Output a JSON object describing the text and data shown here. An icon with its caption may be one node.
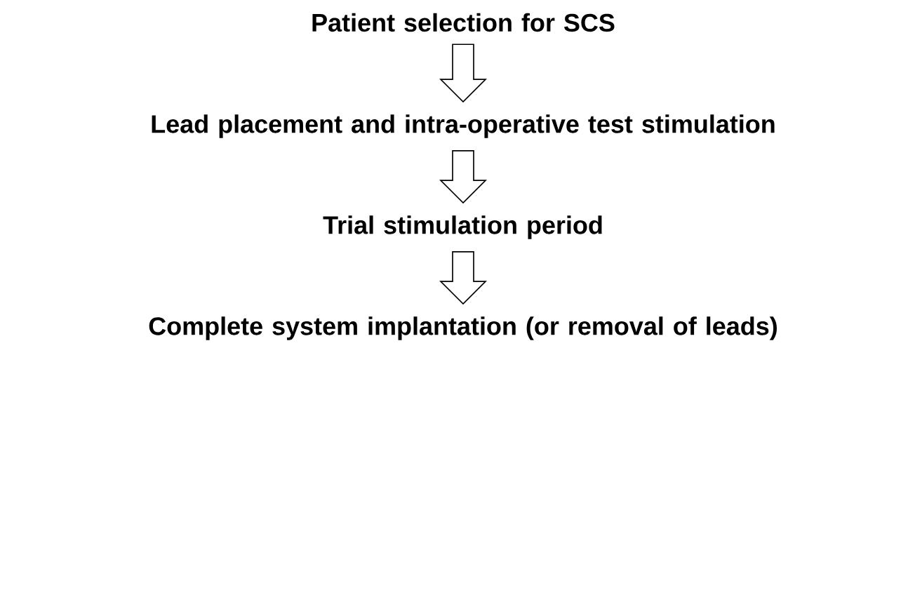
{
  "diagram": {
    "nodes": [
      {
        "text": [
          "Patient selection for SCS"
        ]
      },
      {
        "text": [
          "Lead placement and intra-operative test stimulation"
        ]
      },
      {
        "text": [
          "Trial stimulation period"
        ]
      },
      {
        "text": [
          "Complete system implantation (or removal of leads)"
        ]
      }
    ],
    "edges": [
      {
        "from": 0,
        "to": 1,
        "arrow": "to"
      },
      {
        "from": 1,
        "to": 2,
        "arrow": "to"
      },
      {
        "from": 2,
        "to": 3,
        "arrow": "to"
      }
    ]
  }
}
